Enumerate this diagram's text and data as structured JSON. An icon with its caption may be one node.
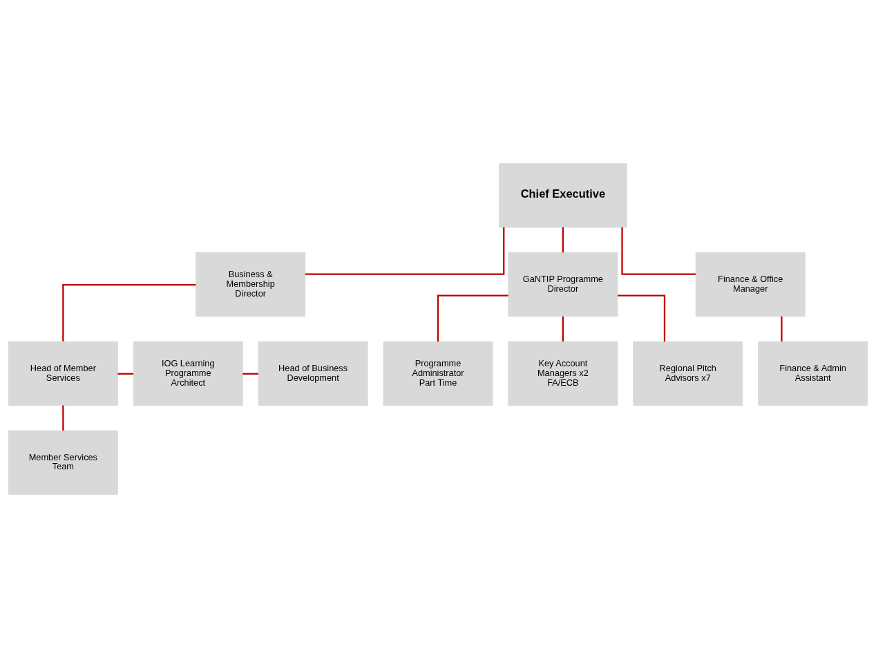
{
  "diagram": {
    "nodes": [
      {
        "text": [
          "Chief Executive"
        ]
      },
      {
        "text": [
          "Business & Membership Director"
        ]
      },
      {
        "text": [
          "GaNTIP Programme Director"
        ]
      },
      {
        "text": [
          "Finance & Office Manager"
        ]
      },
      {
        "text": [
          "Head of Member Services"
        ]
      },
      {
        "text": [
          "IOG Learning Programme Architect"
        ]
      },
      {
        "text": [
          "Head of Business Development"
        ]
      },
      {
        "text": [
          "Finance & Admin Assistant"
        ]
      },
      {
        "text": [
          "Member Services Team"
        ]
      },
      {
        "text": [
          "Programme Administrator Part Time"
        ]
      },
      {
        "text": [
          "Key Account Managers x2 FA/ECB"
        ]
      },
      {
        "text": [
          "Regional Pitch Advisors x7"
        ]
      }
    ],
    "edges": [
      {
        "from": 0,
        "to": 1,
        "arrow": "none"
      },
      {
        "from": 0,
        "to": 2,
        "arrow": "none"
      },
      {
        "from": 0,
        "to": 3,
        "arrow": "none"
      },
      {
        "from": 1,
        "to": 4,
        "arrow": "none"
      },
      {
        "from": 4,
        "to": 5,
        "arrow": "none"
      },
      {
        "from": 5,
        "to": 6,
        "arrow": "none"
      },
      {
        "from": 3,
        "to": 7,
        "arrow": "none"
      },
      {
        "from": 4,
        "to": 8,
        "arrow": "none"
      },
      {
        "from": 2,
        "to": 9,
        "arrow": "none"
      },
      {
        "from": 2,
        "to": 10,
        "arrow": "none"
      },
      {
        "from": 2,
        "to": 11,
        "arrow": "none"
      }
    ]
  }
}
